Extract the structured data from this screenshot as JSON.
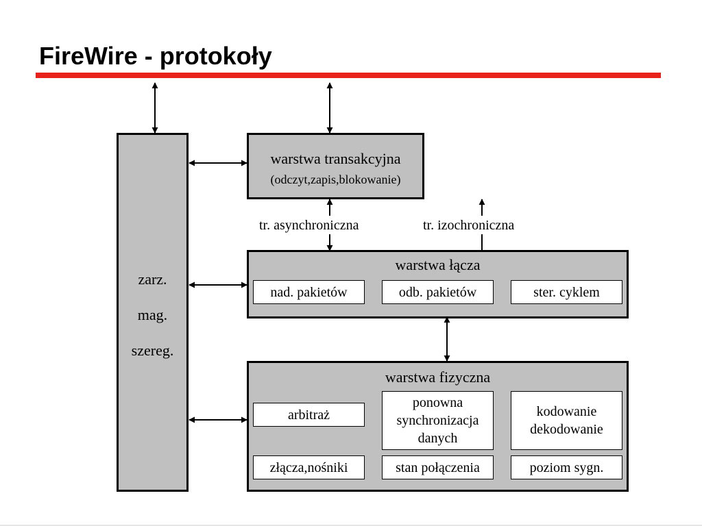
{
  "slide": {
    "title": "FireWire - protokoły",
    "accent_color": "#e8221a"
  },
  "management": {
    "line1": "zarz.",
    "line2": "mag.",
    "line3": "szereg."
  },
  "transaction_layer": {
    "title": "warstwa transakcyjna",
    "subtitle": "(odczyt,zapis,blokowanie)"
  },
  "transfer_labels": {
    "async": "tr. asynchroniczna",
    "isoch": "tr. izochroniczna"
  },
  "link_layer": {
    "title": "warstwa łącza",
    "boxes": [
      "nad. pakietów",
      "odb. pakietów",
      "ster. cyklem"
    ]
  },
  "physical_layer": {
    "title": "warstwa fizyczna",
    "arbitration": "arbitraż",
    "resync_line1": "ponowna",
    "resync_line2": "synchronizacja",
    "resync_line3": "danych",
    "coding_line1": "kodowanie",
    "coding_line2": "dekodowanie",
    "connectors": "złącza,nośniki",
    "connection_state": "stan połączenia",
    "signal_level": "poziom sygn."
  }
}
